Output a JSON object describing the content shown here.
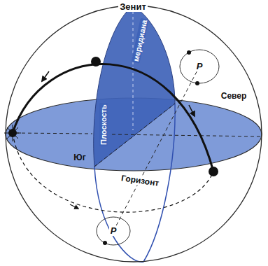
{
  "diagram": {
    "labels": [
      "Зенит",
      "меридиана",
      "Плоскость",
      "Север",
      "Юг",
      "Горизонт",
      "P",
      "P"
    ]
  }
}
